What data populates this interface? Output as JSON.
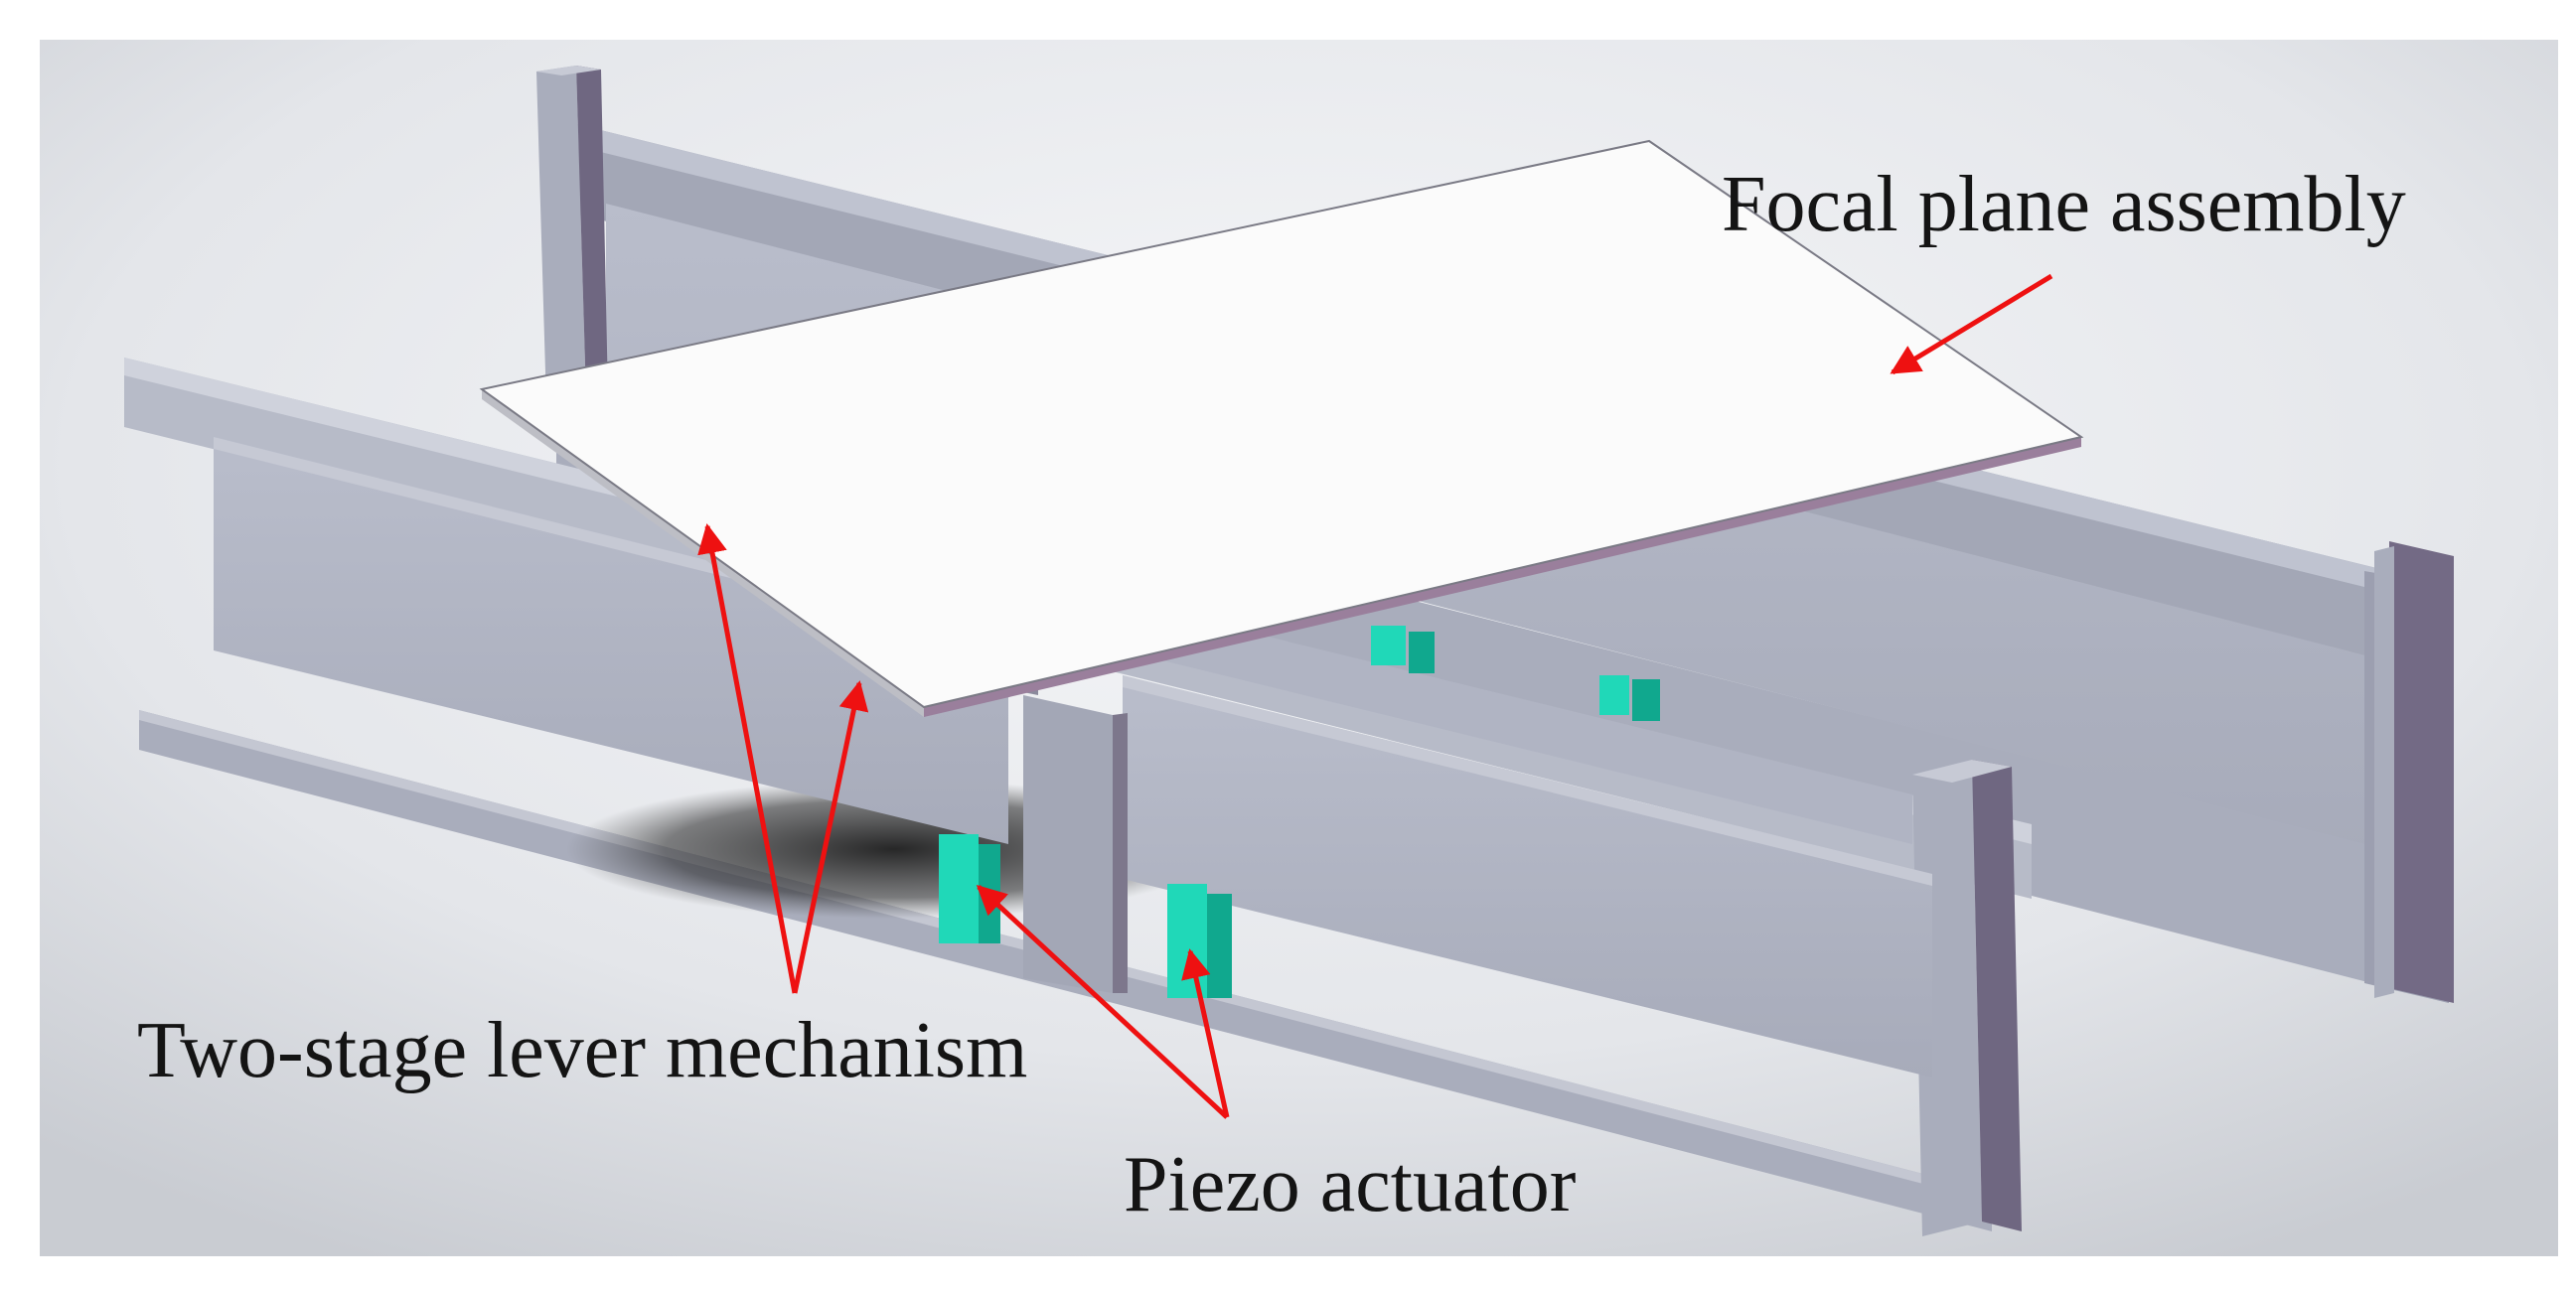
{
  "labels": {
    "focal_plane": "Focal plane assembly",
    "lever": "Two-stage lever mechanism",
    "piezo": "Piezo actuator"
  },
  "colors": {
    "background_light": "#f3f4f6",
    "background_dark": "#c9ccd2",
    "frame_gray": "#a9adbc",
    "frame_dark": "#6f6781",
    "plate_white": "#fbfbfb",
    "plate_edge": "#9a7f9c",
    "bracket_yellow": "#f6eab2",
    "piezo_teal": "#20d8b8",
    "arrow_red": "#ee1111",
    "text": "#141414"
  },
  "icons": {
    "arrow": "red-arrow"
  }
}
